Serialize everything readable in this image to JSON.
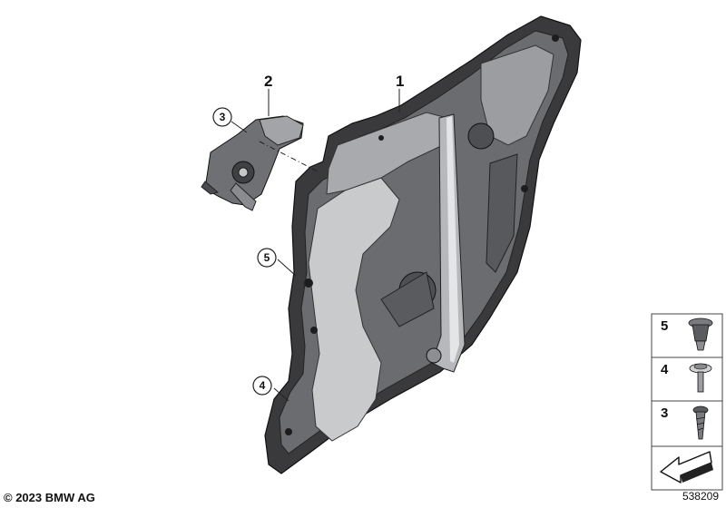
{
  "callouts": {
    "item_1": "1",
    "item_2": "2",
    "item_3": "3",
    "item_4": "4",
    "item_5": "5"
  },
  "legend": {
    "rows": [
      {
        "number": "5",
        "icon": "push-rivet-icon"
      },
      {
        "number": "4",
        "icon": "washer-head-screw-icon"
      },
      {
        "number": "3",
        "icon": "self-tapping-screw-icon"
      }
    ],
    "bottom_icon": "arrow-orientation-icon"
  },
  "footer": {
    "copyright": "© 2023 BMW AG",
    "document_number": "538209"
  },
  "colors": {
    "panel_dark": "#3a3a3c",
    "panel_mid": "#8a8b8e",
    "panel_light": "#c9cacc",
    "line": "#222222",
    "legend_border": "#444444"
  }
}
